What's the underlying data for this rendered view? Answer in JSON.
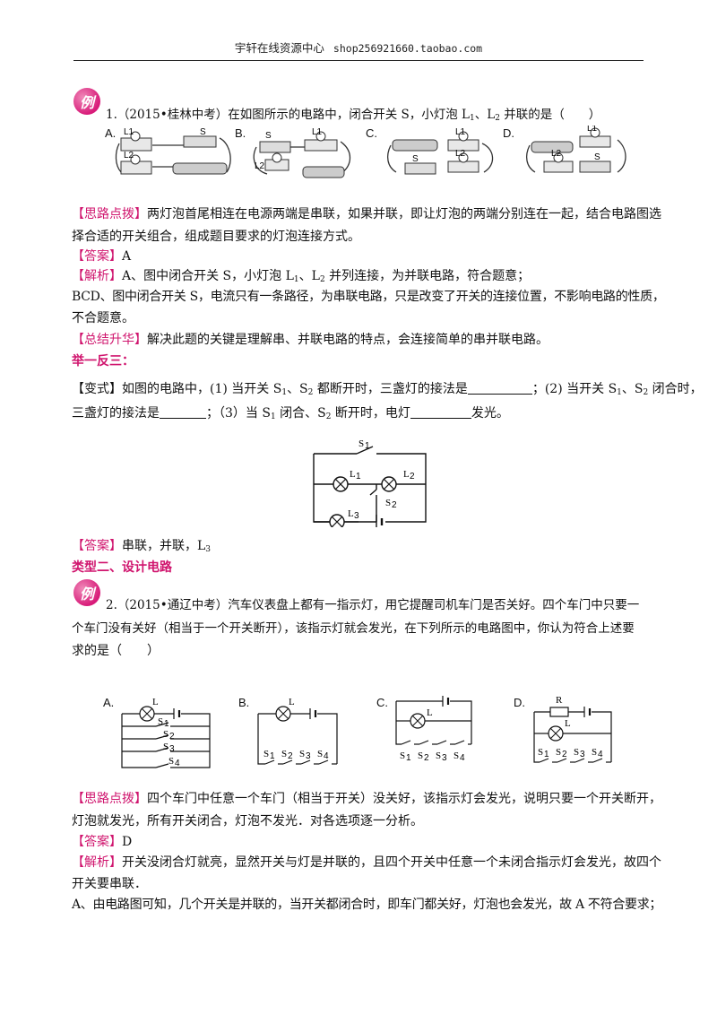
{
  "header": {
    "title": "宇轩在线资源中心",
    "shop": "shop256921660.taobao.com"
  },
  "badge_char": "例",
  "q1": {
    "text_before": "1.（2015•桂林中考）在如图所示的电路中，闭合开关 S，小灯泡 L",
    "text_mid": "、L",
    "text_after": " 并联的是（　　）",
    "sub1": "1",
    "sub2": "2",
    "options": [
      "A.",
      "B.",
      "C.",
      "D."
    ]
  },
  "hint1": {
    "tag": "【思路点拨】",
    "line1": "两灯泡首尾相连在电源两端是串联，如果并联，即让灯泡的两端分别连在一起，结合电路图选",
    "line2": "择合适的开关组合，组成题目要求的灯泡连接方式。"
  },
  "ans1": {
    "tag": "【答案】",
    "value": "A"
  },
  "analysis1": {
    "tag": "【解析】",
    "line1a": "A、图中闭合开关 S，小灯泡 L",
    "line1b": "、L",
    "line1c": " 并列连接，为并联电路，符合题意；",
    "line2": "BCD、图中闭合开关 S，电流只有一条路径，为串联电路，只是改变了开关的连接位置，不影响电路的性质，",
    "line3": "不合题意。"
  },
  "summary1": {
    "tag": "【总结升华】",
    "text": "解决此题的关键是理解串、并联电路的特点，会连接简单的串并联电路。"
  },
  "practice_heading": "举一反三：",
  "variant": {
    "tag": "【变式】",
    "l1a": "如图的电路中，(1) 当开关 S",
    "l1b": "、S",
    "l1c": " 都断开时，三盏灯的接法是",
    "l1d": "；(2) 当开关 S",
    "l1e": "、S",
    "l1f": " 闭合时，",
    "l2a": "三盏灯的接法是",
    "l2b": "；（3）当 S",
    "l2c": " 闭合、S",
    "l2d": " 断开时，电灯",
    "l2e": "发光。"
  },
  "circuit_labels": {
    "s1": "S",
    "l1": "L",
    "l2": "L",
    "s2": "S",
    "l3": "L",
    "one": "1",
    "two": "2",
    "three": "3"
  },
  "ans_variant": {
    "tag": "【答案】",
    "value_a": "串联，并联，L",
    "value_sub": "3"
  },
  "type2_heading": "类型二、设计电路",
  "q2": {
    "line1": "2.（2015•通辽中考）汽车仪表盘上都有一指示灯，用它提醒司机车门是否关好。四个车门中只要一",
    "line2": "个车门没有关好（相当于一个开关断开），该指示灯就会发光，在下列所示的电路图中，你认为符合上述要",
    "line3": "求的是（　　）",
    "options": [
      "A.",
      "B.",
      "C.",
      "D."
    ]
  },
  "switch_labels": {
    "L": "L",
    "R": "R",
    "S": "S",
    "n1": "1",
    "n2": "2",
    "n3": "3",
    "n4": "4"
  },
  "hint2": {
    "tag": "【思路点拨】",
    "line1": "四个车门中任意一个车门（相当于开关）没关好，该指示灯会发光，说明只要一个开关断开，",
    "line2": "灯泡就发光，所有开关闭合，灯泡不发光．对各选项逐一分析。"
  },
  "ans2": {
    "tag": "【答案】",
    "value": "D"
  },
  "analysis2": {
    "tag": "【解析】",
    "line1": "开关没闭合灯就亮，显然开关与灯是并联的，且四个开关中任意一个未闭合指示灯会发光，故四个",
    "line2": "开关要串联．",
    "line3": "A、由电路图可知，几个开关是并联的，当开关都闭合时，即车门都关好，灯泡也会发光，故 A 不符合要求；"
  }
}
